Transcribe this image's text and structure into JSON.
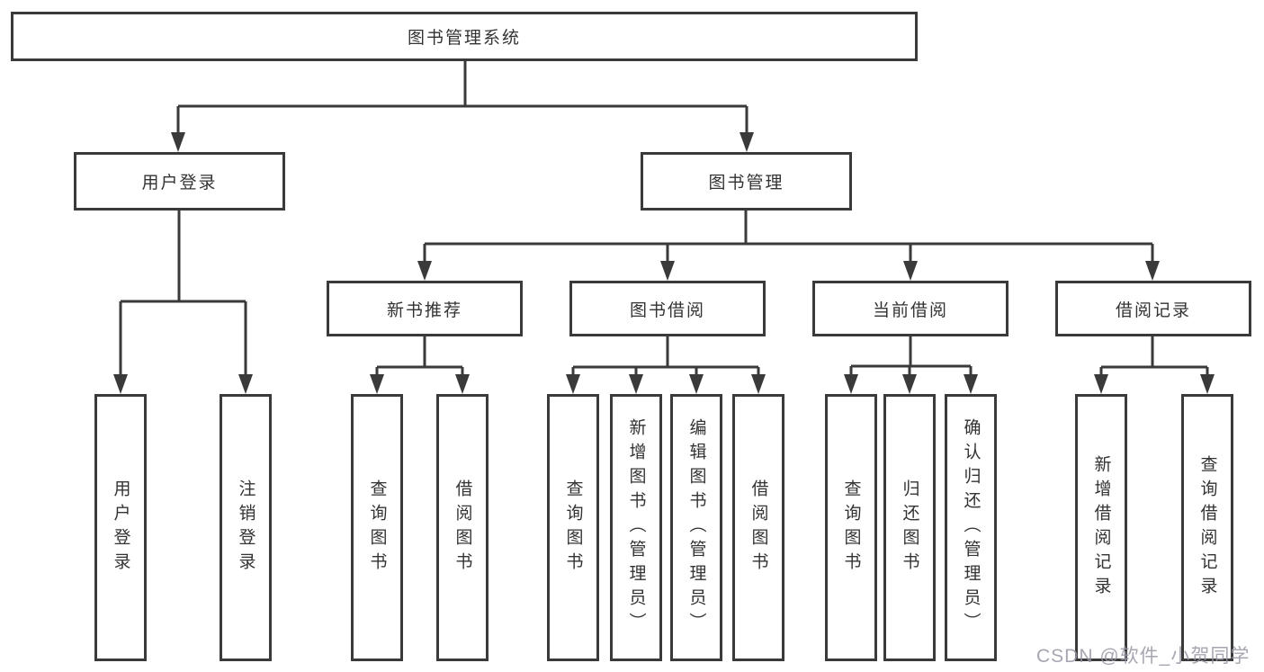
{
  "tree": {
    "root": {
      "label": "图书管理系统"
    },
    "children": [
      {
        "label": "用户登录",
        "children": [
          {
            "label": "用户登录"
          },
          {
            "label": "注销登录"
          }
        ]
      },
      {
        "label": "图书管理",
        "children": [
          {
            "label": "新书推荐",
            "children": [
              {
                "label": "查询图书"
              },
              {
                "label": "借阅图书"
              }
            ]
          },
          {
            "label": "图书借阅",
            "children": [
              {
                "label": "查询图书"
              },
              {
                "label": "新增图书（管理员）"
              },
              {
                "label": "编辑图书（管理员）"
              },
              {
                "label": "借阅图书"
              }
            ]
          },
          {
            "label": "当前借阅",
            "children": [
              {
                "label": "查询图书"
              },
              {
                "label": "归还图书"
              },
              {
                "label": "确认归还（管理员）"
              }
            ]
          },
          {
            "label": "借阅记录",
            "children": [
              {
                "label": "新增借阅记录"
              },
              {
                "label": "查询借阅记录"
              }
            ]
          }
        ]
      }
    ]
  },
  "watermark": {
    "text": "CSDN @软件_小贺同学"
  },
  "colors": {
    "line": "#3a3a3a",
    "box_border": "#3a3a3a",
    "text": "#333333",
    "watermark": "#9696a5",
    "background": "#ffffff"
  }
}
